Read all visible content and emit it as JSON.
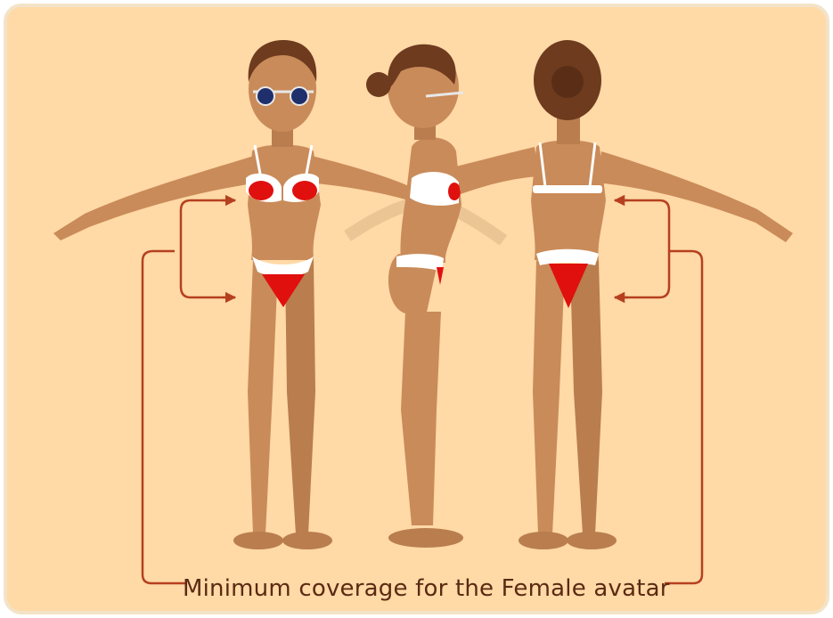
{
  "caption": "Minimum coverage for the Female avatar",
  "colors": {
    "background": "#ffd9a6",
    "border": "#f7e3c4",
    "skin": "#c98b59",
    "skin_shadow": "#a86c40",
    "hair": "#6e3b1f",
    "coverage_red": "#e0100f",
    "garment_white": "#ffffff",
    "bracket": "#b5401f",
    "caption_text": "#5a2a12"
  },
  "figures": [
    {
      "view": "front"
    },
    {
      "view": "side"
    },
    {
      "view": "back"
    }
  ],
  "icons": {
    "arrow_head": "arrow-right-icon",
    "glasses": "sunglasses-icon"
  }
}
